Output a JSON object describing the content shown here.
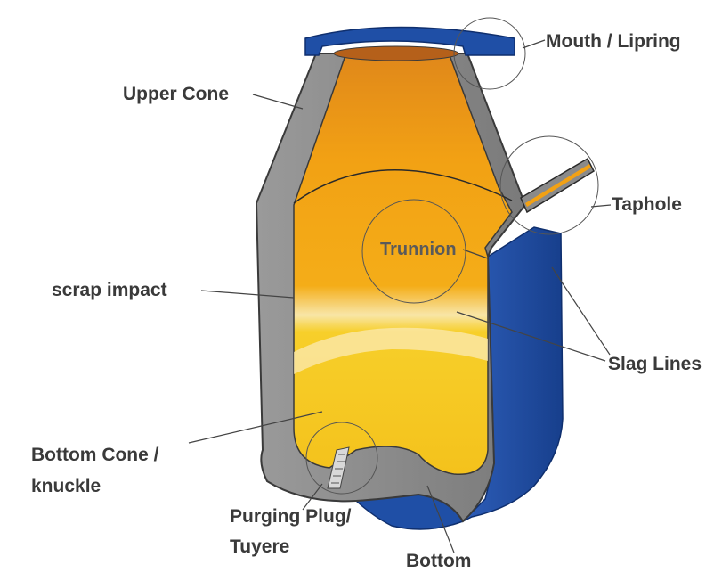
{
  "labels": {
    "mouth": "Mouth / Lipring",
    "upper_cone": "Upper Cone",
    "taphole": "Taphole",
    "trunnion": "Trunnion",
    "scrap_impact": "scrap impact",
    "slag_lines": "Slag Lines",
    "bottom_cone_line1": "Bottom Cone /",
    "bottom_cone_line2": "knuckle",
    "purging_line1": "Purging Plug/",
    "purging_line2": "Tuyere",
    "bottom": "Bottom"
  },
  "colors": {
    "shell_blue": "#1f4fa6",
    "shell_blue_dark": "#163a80",
    "refractory_gray": "#8a8a8a",
    "refractory_gray_dark": "#6e6e6e",
    "interior_orange": "#f2a114",
    "interior_yellow": "#f7cf2a",
    "label_text": "#3a3a3a"
  }
}
